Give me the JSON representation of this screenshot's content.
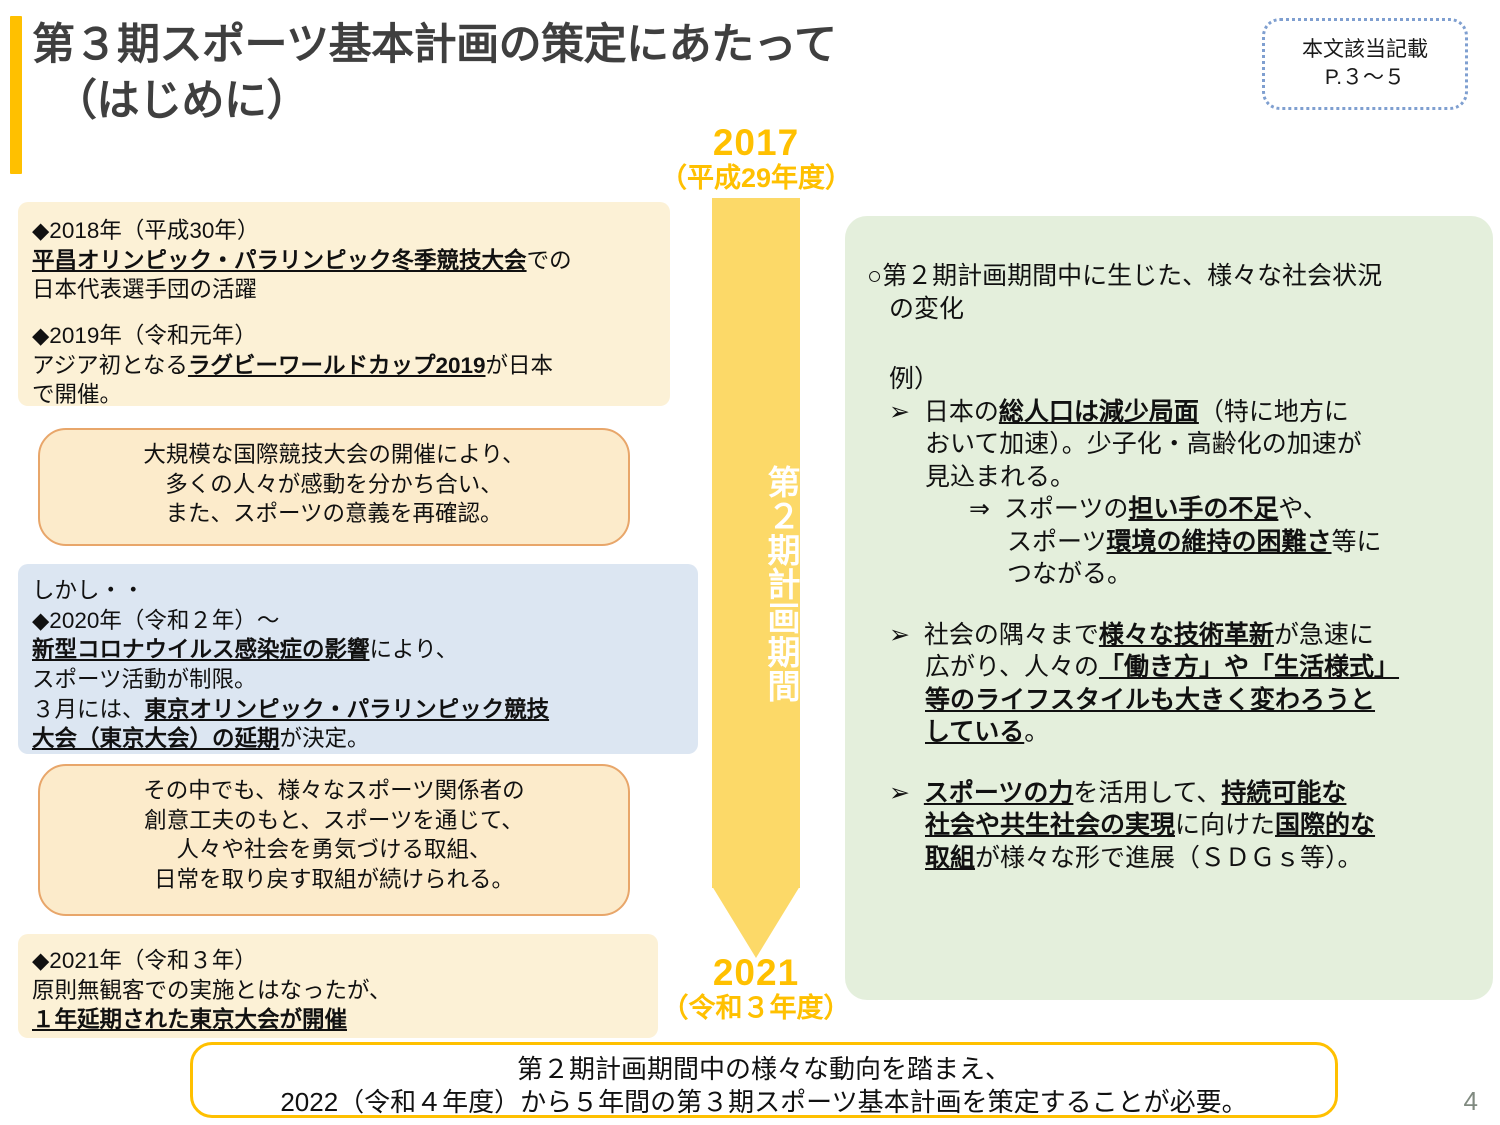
{
  "title": {
    "line1": "第３期スポーツ基本計画の策定にあたって",
    "line2": "（はじめに）"
  },
  "reference_badge": {
    "line1": "本文該当記載",
    "line2": "P.３～５"
  },
  "timeline": {
    "start_year": "2017",
    "start_era": "（平成29年度）",
    "end_year": "2021",
    "end_era": "（令和３年度）",
    "arrow_label": "第２期計画期間",
    "arrow_color": "#FCD968",
    "year_color": "#FFC000"
  },
  "left_column": {
    "box_2018_2019": {
      "item1_head": "◆2018年（平成30年）",
      "item1_bold": "平昌オリンピック・パラリンピック冬季競技大会",
      "item1_tail": "での",
      "item1_line3": "日本代表選手団の活躍",
      "item2_head": "◆2019年（令和元年）",
      "item2_pre": "アジア初となる",
      "item2_bold": "ラグビーワールドカップ2019",
      "item2_tail": "が日本",
      "item2_line3": "で開催。"
    },
    "box_impact": {
      "line1": "大規模な国際競技大会の開催により、",
      "line2": "多くの人々が感動を分かち合い、",
      "line3": "また、スポーツの意義を再確認。"
    },
    "box_covid": {
      "lead": "しかし・・",
      "head": "◆2020年（令和２年）～",
      "bold1": "新型コロナウイルス感染症の影響",
      "tail1": "により、",
      "line3": "スポーツ活動が制限。",
      "line4_pre": "３月には、",
      "bold2": "東京オリンピック・パラリンピック競技",
      "bold3": "大会（東京大会）の延期",
      "tail2": "が決定。"
    },
    "box_effort": {
      "line1": "その中でも、様々なスポーツ関係者の",
      "line2": "創意工夫のもと、スポーツを通じて、",
      "line3": "人々や社会を勇気づける取組、",
      "line4": "日常を取り戻す取組が続けられる。"
    },
    "box_2021": {
      "head": "◆2021年（令和３年）",
      "line2": "原則無観客での実施とはなったが、",
      "bold": "１年延期された東京大会が開催"
    }
  },
  "right_column": {
    "heading_line1": "○第２期計画期間中に生じた、様々な社会状況",
    "heading_line2": "の変化",
    "example_label": "例）",
    "bullet1": {
      "marker": "➢",
      "pre": "日本の",
      "bold": "総人口は減少局面",
      "tail": "（特に地方に",
      "line2": "おいて加速）。少子化・高齢化の加速が",
      "line3": "見込まれる。",
      "arrow_marker": "⇒",
      "sub1_pre": "スポーツの",
      "sub1_bold": "担い手の不足",
      "sub1_tail": "や、",
      "sub2_pre": "スポーツ",
      "sub2_bold": "環境の維持の困難さ",
      "sub2_tail": "等に",
      "sub3": "つながる。"
    },
    "bullet2": {
      "marker": "➢",
      "pre": "社会の隅々まで",
      "bold1": "様々な技術革新",
      "tail1": "が急速に",
      "line2_pre": "広がり、人々の",
      "line2_bold": "「働き方」や「生活様式」",
      "line3_bold": "等のライフスタイルも大きく変わろうと",
      "line4_bold": "している",
      "line4_tail": "。"
    },
    "bullet3": {
      "marker": "➢",
      "bold1": "スポーツの力",
      "mid1": "を活用して、",
      "bold2": "持続可能な",
      "bold3": "社会や共生社会の実現",
      "mid2": "に向けた",
      "bold4": "国際的な",
      "bold5": "取組",
      "tail": "が様々な形で進展（ＳＤＧｓ等）。"
    }
  },
  "footer": {
    "line1": "第２期計画期間中の様々な動向を踏まえ、",
    "line2": "2022（令和４年度）から５年間の第３期スポーツ基本計画を策定することが必要。"
  },
  "page_number": "4"
}
